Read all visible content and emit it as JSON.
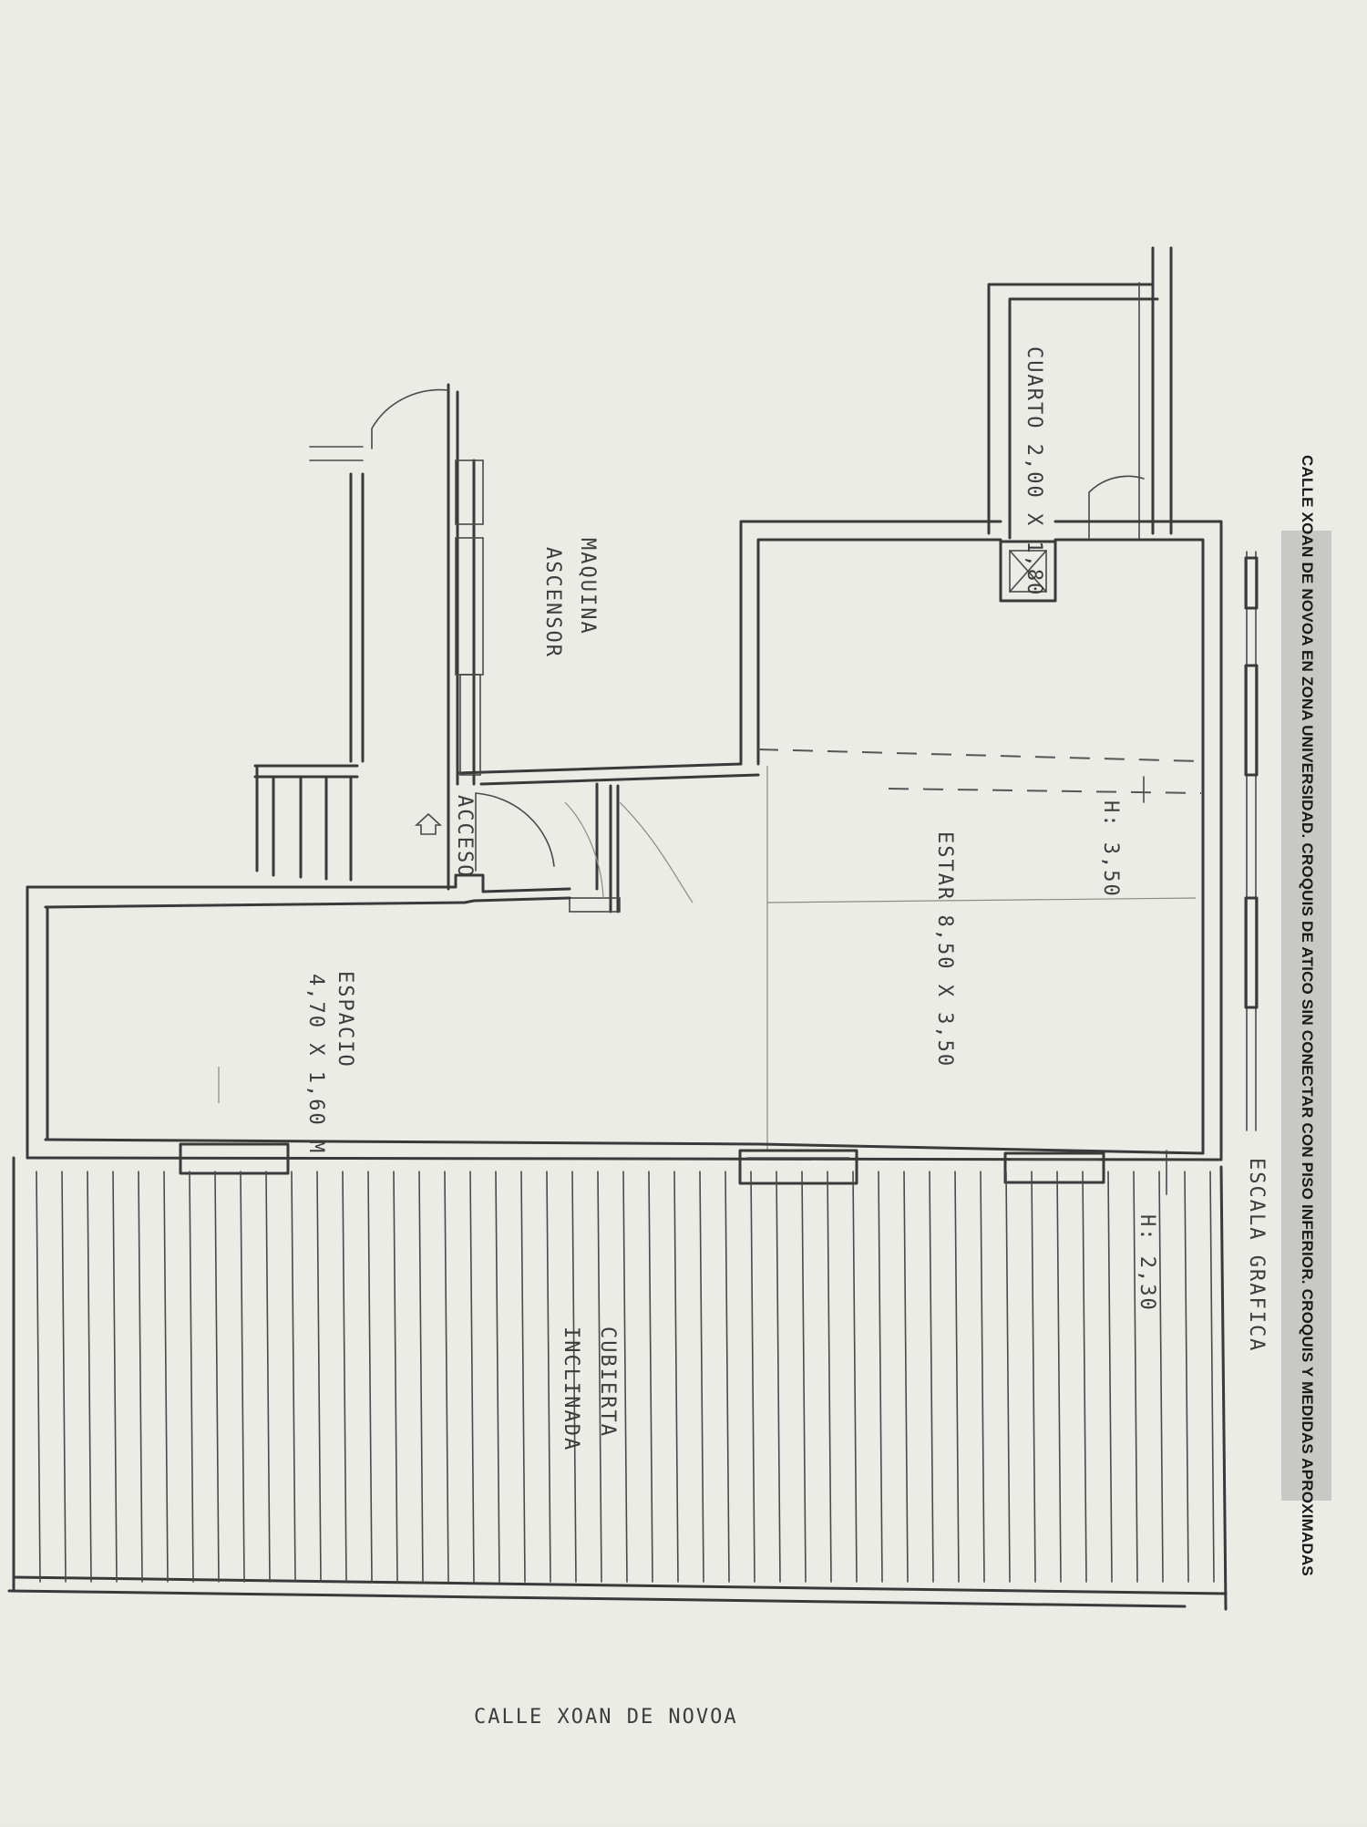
{
  "banner": {
    "text": "CALLE XOAN DE NOVOA EN ZONA UNIVERSIDAD. CROQUIS DE ATICO SIN CONECTAR CON PISO INFERIOR. CROQUIS Y MEDIDAS APROXIMADAS"
  },
  "labels": {
    "cuarto": "CUARTO 2,00 X 1,80",
    "maquina_1": "MAQUINA",
    "maquina_2": "ASCENSOR",
    "acceso": "ACCESO",
    "estar": "ESTAR 8,50 X 3,50",
    "altura_estar": "H: 3,50",
    "espacio_1": "ESPACIO",
    "espacio_2": "4,70 X 1,60 M",
    "cubierta_1": "CUBIERTA",
    "cubierta_2": "INCLINADA",
    "altura_cubierta": "H: 2,30",
    "escala": "ESCALA GRAFICA",
    "calle": "CALLE XOAN DE NOVOA"
  },
  "colors": {
    "paper": "#ecece6",
    "ink": "#3a3a3a",
    "banner": "#c8c8c6"
  }
}
